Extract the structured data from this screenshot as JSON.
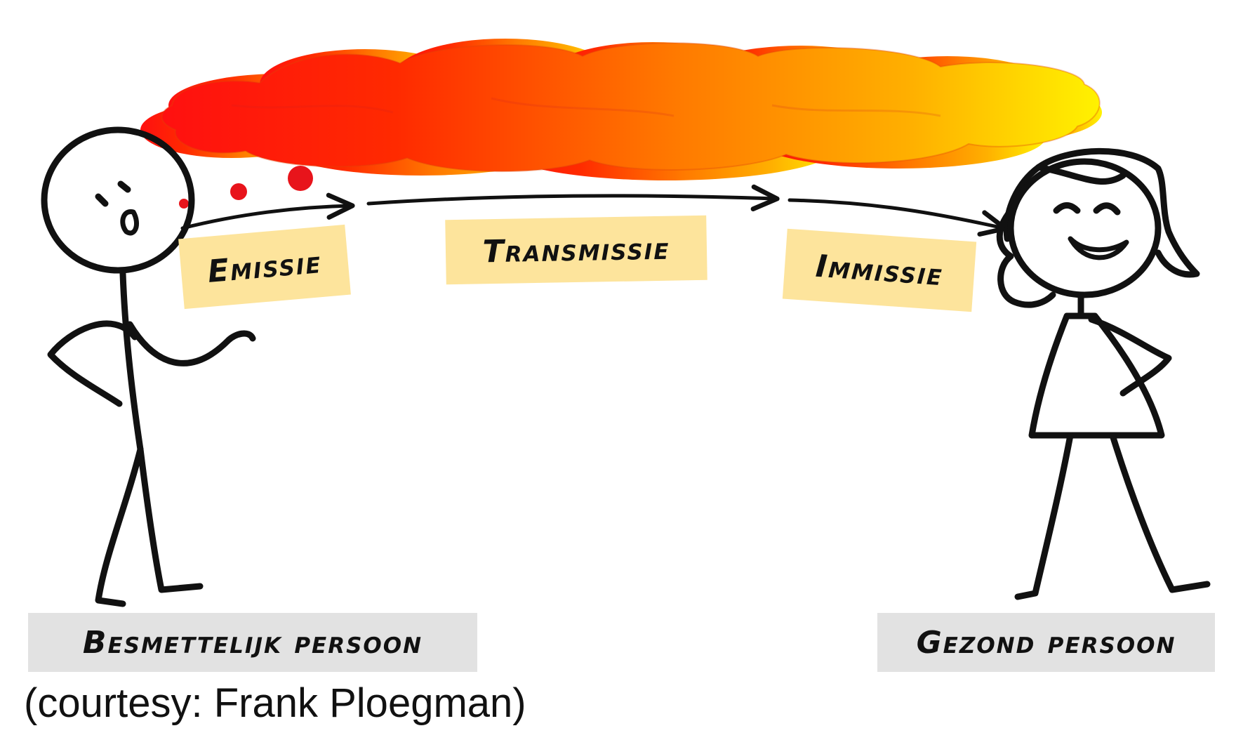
{
  "stages": {
    "emission": "Emissie",
    "transmission": "Transmissie",
    "immission": "Immissie"
  },
  "people": {
    "infected": "Besmettelijk persoon",
    "healthy": "Gezond persoon"
  },
  "credit": "(courtesy: Frank Ploegman)",
  "colors": {
    "cloud_start": "#ff0000",
    "cloud_mid": "#ff8c00",
    "cloud_end": "#ffee00",
    "droplet": "#e8141b",
    "stage_label_bg": "#fde49c",
    "person_label_bg": "#e2e2e2",
    "stroke": "#111111"
  }
}
